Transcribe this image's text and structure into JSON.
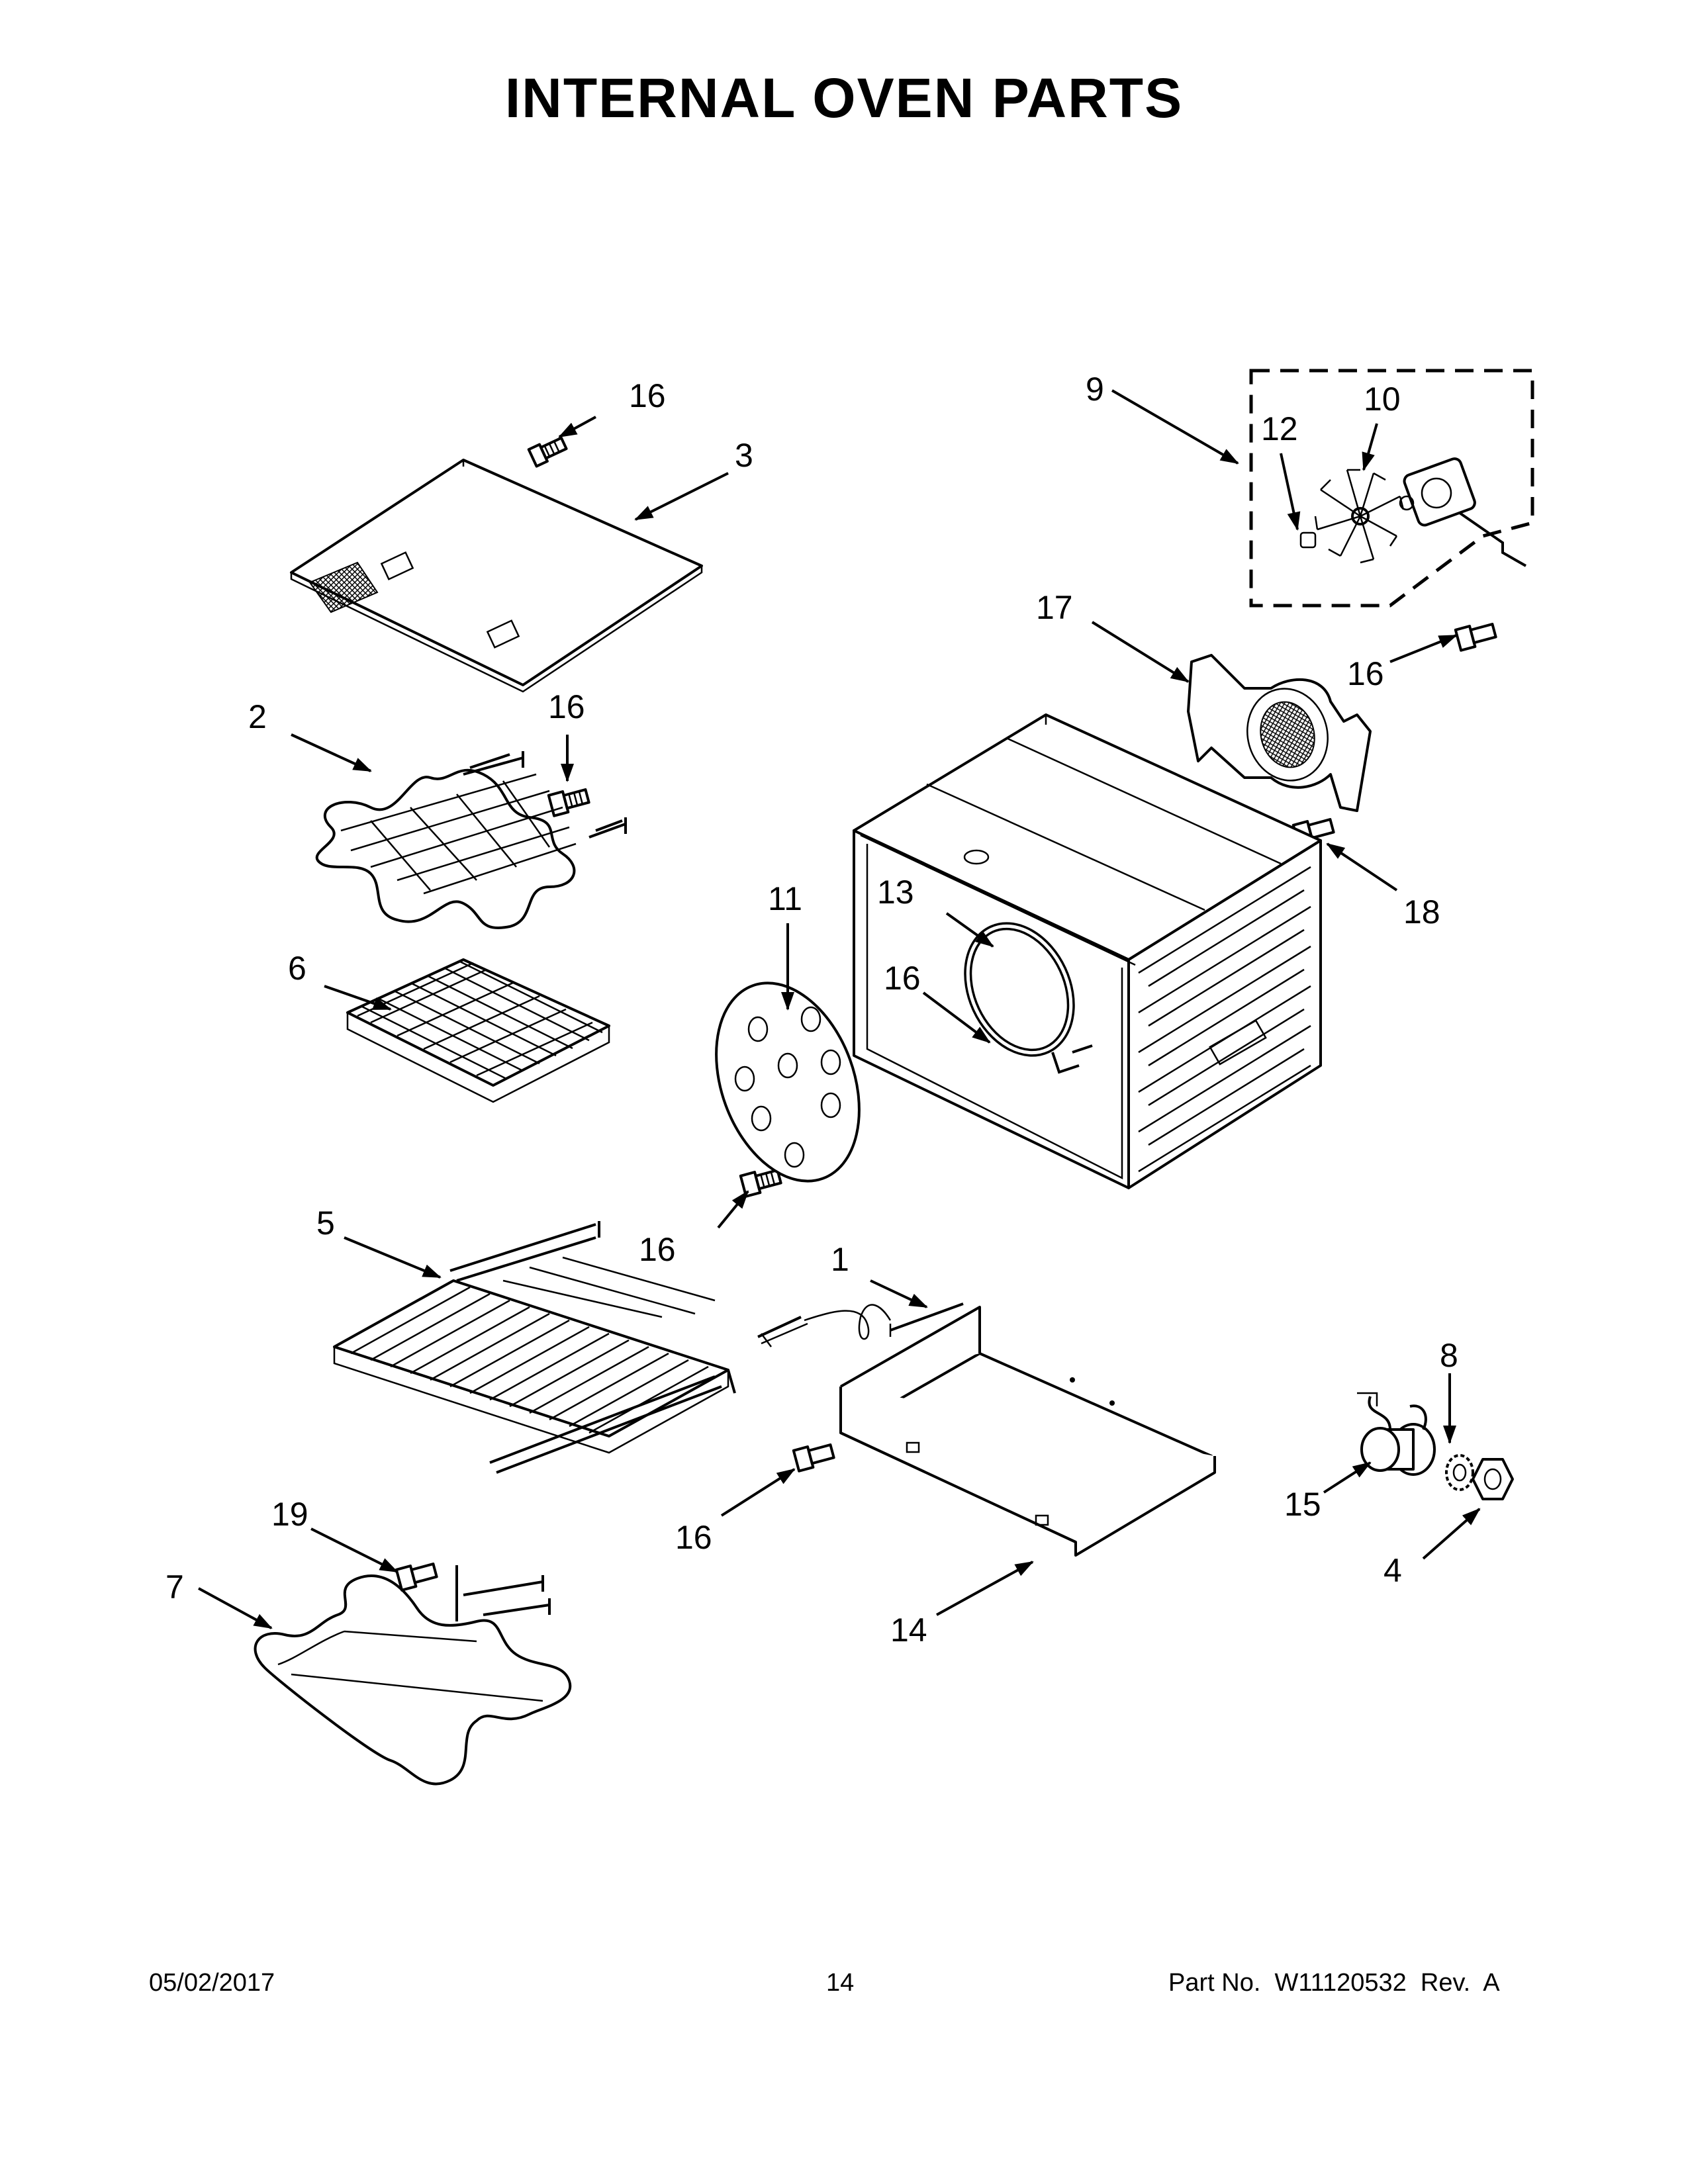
{
  "title": "INTERNAL OVEN PARTS",
  "callouts": {
    "c1": "1",
    "c2": "2",
    "c3": "3",
    "c4": "4",
    "c5": "5",
    "c6": "6",
    "c7": "7",
    "c8": "8",
    "c9": "9",
    "c10": "10",
    "c11": "11",
    "c12": "12",
    "c13": "13",
    "c14": "14",
    "c15": "15",
    "c16": "16",
    "c17": "17",
    "c18": "18",
    "c19": "19"
  },
  "footer": {
    "date": "05/02/2017",
    "page": "14",
    "part_number": "Part No.  W11120532  Rev.  A"
  }
}
